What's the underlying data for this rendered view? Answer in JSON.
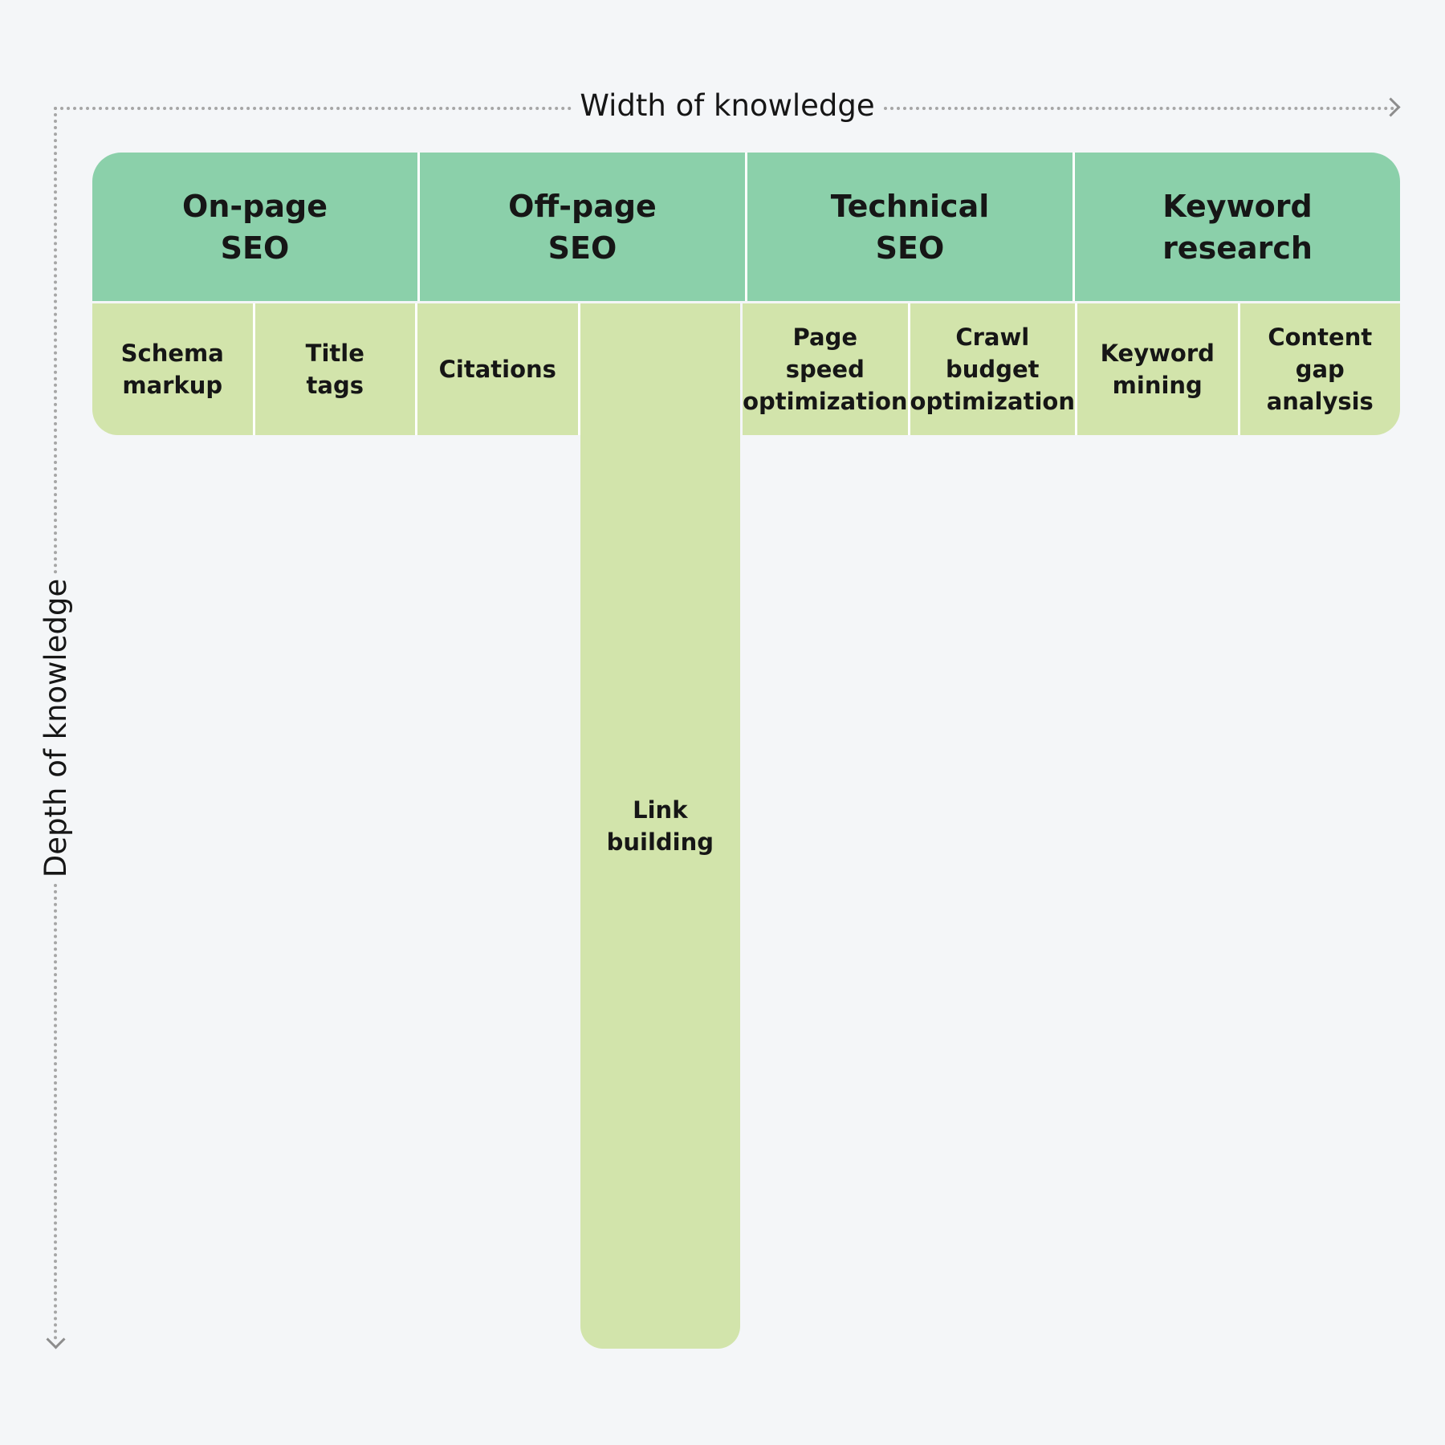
{
  "axes": {
    "width_label": "Width of knowledge",
    "depth_label": "Depth of knowledge"
  },
  "categories": [
    {
      "label": "On-page\nSEO",
      "skills": [
        "Schema\nmarkup",
        "Title\ntags"
      ]
    },
    {
      "label": "Off-page\nSEO",
      "skills": [
        "Citations",
        "Link\nbuilding"
      ]
    },
    {
      "label": "Technical\nSEO",
      "skills": [
        "Page\nspeed\noptimization",
        "Crawl\nbudget\noptimization"
      ]
    },
    {
      "label": "Keyword\nresearch",
      "skills": [
        "Keyword\nmining",
        "Content\ngap\nanalysis"
      ]
    }
  ],
  "colors": {
    "background": "#f4f6f8",
    "category_fill": "#8bd0aa",
    "skill_fill": "#d2e4ab",
    "axis_line": "#a6a6a6"
  }
}
